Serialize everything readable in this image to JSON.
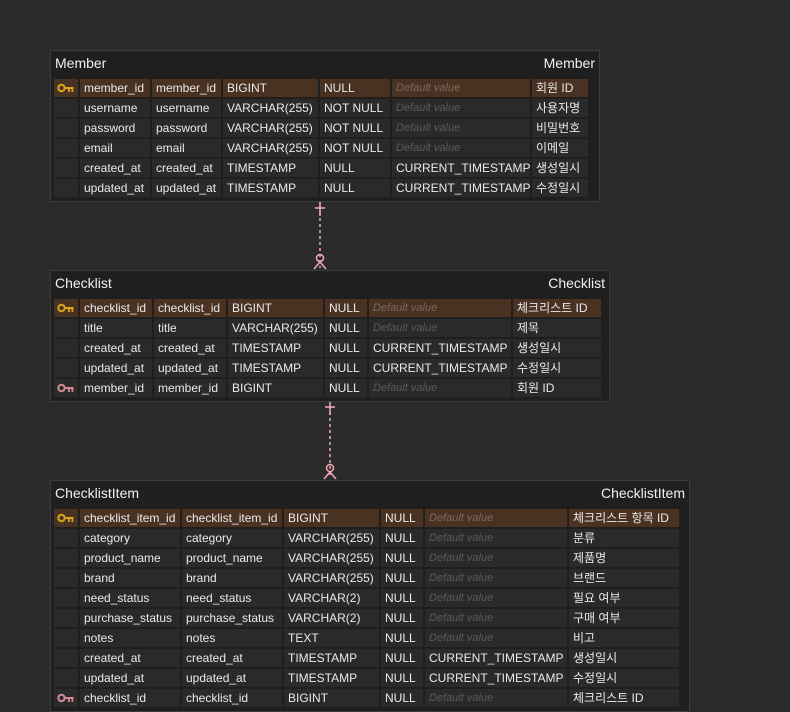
{
  "icons": {
    "primary_key": "key-icon",
    "foreign_key": "key-icon"
  },
  "colors": {
    "pk_row": "#4a3223",
    "pk_key": "#d9a51f",
    "fk_key": "#d48a96",
    "relation": "#f2aab7"
  },
  "tables": [
    {
      "title_left": "Member",
      "title_right": "Member",
      "rows": [
        {
          "key": "pk",
          "name": "member_id",
          "column": "member_id",
          "type": "BIGINT",
          "nullable": "NULL",
          "default": "Default value",
          "comment": "회원 ID"
        },
        {
          "key": "",
          "name": "username",
          "column": "username",
          "type": "VARCHAR(255)",
          "nullable": "NOT NULL",
          "default": "Default value",
          "comment": "사용자명"
        },
        {
          "key": "",
          "name": "password",
          "column": "password",
          "type": "VARCHAR(255)",
          "nullable": "NOT NULL",
          "default": "Default value",
          "comment": "비밀번호"
        },
        {
          "key": "",
          "name": "email",
          "column": "email",
          "type": "VARCHAR(255)",
          "nullable": "NOT NULL",
          "default": "Default value",
          "comment": "이메일"
        },
        {
          "key": "",
          "name": "created_at",
          "column": "created_at",
          "type": "TIMESTAMP",
          "nullable": "NULL",
          "default": "CURRENT_TIMESTAMP",
          "comment": "생성일시"
        },
        {
          "key": "",
          "name": "updated_at",
          "column": "updated_at",
          "type": "TIMESTAMP",
          "nullable": "NULL",
          "default": "CURRENT_TIMESTAMP",
          "comment": "수정일시"
        }
      ]
    },
    {
      "title_left": "Checklist",
      "title_right": "Checklist",
      "rows": [
        {
          "key": "pk",
          "name": "checklist_id",
          "column": "checklist_id",
          "type": "BIGINT",
          "nullable": "NULL",
          "default": "Default value",
          "comment": "체크리스트 ID"
        },
        {
          "key": "",
          "name": "title",
          "column": "title",
          "type": "VARCHAR(255)",
          "nullable": "NULL",
          "default": "Default value",
          "comment": "제목"
        },
        {
          "key": "",
          "name": "created_at",
          "column": "created_at",
          "type": "TIMESTAMP",
          "nullable": "NULL",
          "default": "CURRENT_TIMESTAMP",
          "comment": "생성일시"
        },
        {
          "key": "",
          "name": "updated_at",
          "column": "updated_at",
          "type": "TIMESTAMP",
          "nullable": "NULL",
          "default": "CURRENT_TIMESTAMP",
          "comment": "수정일시"
        },
        {
          "key": "fk",
          "name": "member_id",
          "column": "member_id",
          "type": "BIGINT",
          "nullable": "NULL",
          "default": "Default value",
          "comment": "회원 ID"
        }
      ]
    },
    {
      "title_left": "ChecklistItem",
      "title_right": "ChecklistItem",
      "rows": [
        {
          "key": "pk",
          "name": "checklist_item_id",
          "column": "checklist_item_id",
          "type": "BIGINT",
          "nullable": "NULL",
          "default": "Default value",
          "comment": "체크리스트 항목 ID"
        },
        {
          "key": "",
          "name": "category",
          "column": "category",
          "type": "VARCHAR(255)",
          "nullable": "NULL",
          "default": "Default value",
          "comment": "분류"
        },
        {
          "key": "",
          "name": "product_name",
          "column": "product_name",
          "type": "VARCHAR(255)",
          "nullable": "NULL",
          "default": "Default value",
          "comment": "제품명"
        },
        {
          "key": "",
          "name": "brand",
          "column": "brand",
          "type": "VARCHAR(255)",
          "nullable": "NULL",
          "default": "Default value",
          "comment": "브랜드"
        },
        {
          "key": "",
          "name": "need_status",
          "column": "need_status",
          "type": "VARCHAR(2)",
          "nullable": "NULL",
          "default": "Default value",
          "comment": "필요 여부"
        },
        {
          "key": "",
          "name": "purchase_status",
          "column": "purchase_status",
          "type": "VARCHAR(2)",
          "nullable": "NULL",
          "default": "Default value",
          "comment": "구매 여부"
        },
        {
          "key": "",
          "name": "notes",
          "column": "notes",
          "type": "TEXT",
          "nullable": "NULL",
          "default": "Default value",
          "comment": "비고"
        },
        {
          "key": "",
          "name": "created_at",
          "column": "created_at",
          "type": "TIMESTAMP",
          "nullable": "NULL",
          "default": "CURRENT_TIMESTAMP",
          "comment": "생성일시"
        },
        {
          "key": "",
          "name": "updated_at",
          "column": "updated_at",
          "type": "TIMESTAMP",
          "nullable": "NULL",
          "default": "CURRENT_TIMESTAMP",
          "comment": "수정일시"
        },
        {
          "key": "fk",
          "name": "checklist_id",
          "column": "checklist_id",
          "type": "BIGINT",
          "nullable": "NULL",
          "default": "Default value",
          "comment": "체크리스트 ID"
        }
      ]
    }
  ]
}
